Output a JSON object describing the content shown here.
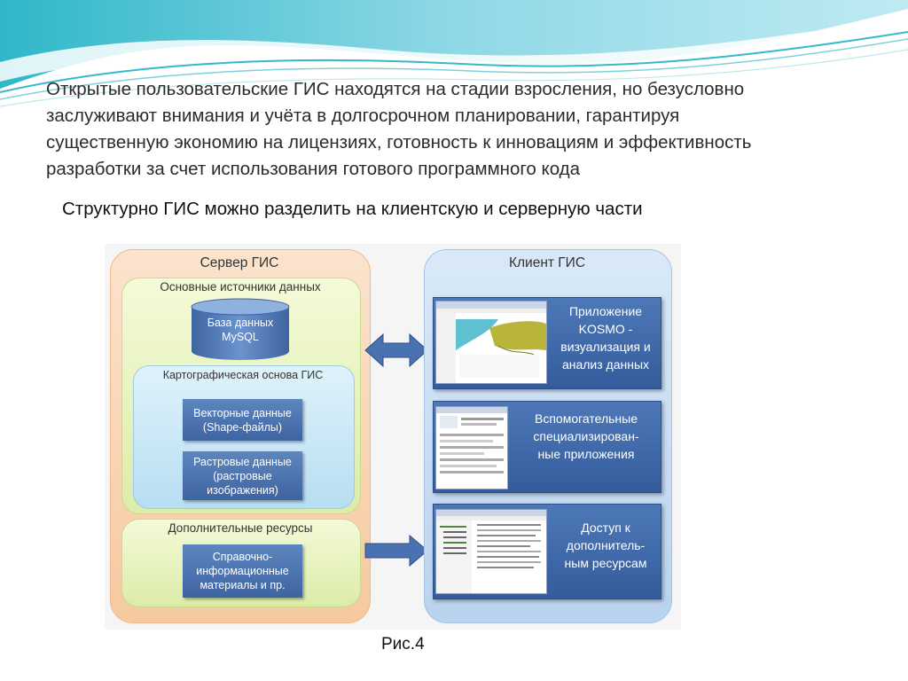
{
  "paragraph": {
    "line1": "Открытые пользовательские ГИС находятся на стадии взросления, но безусловно",
    "line2": "заслуживают внимания и учёта в долгосрочном планировании, гарантируя",
    "line3": "существенную экономию на лицензиях, готовность к инновациям и эффективность",
    "line4": "разработки за счет использования готового программного кода"
  },
  "subtitle": "Структурно ГИС можно разделить на клиентскую и серверную части",
  "server": {
    "title": "Сервер ГИС",
    "sources_title": "Основные источники данных",
    "db_label": "База данных\nMySQL",
    "carto_title": "Картографическая основа ГИС",
    "vector_label": "Векторные данные\n(Shape-файлы)",
    "raster_label": "Растровые данные\n(растровые\nизображения)",
    "additional_title": "Дополнительные ресурсы",
    "reference_label": "Справочно-\nинформационные\nматериалы и пр."
  },
  "client": {
    "title": "Клиент ГИС",
    "app1_label": "Приложение\nKOSMO -\nвизуализация и\nанализ данных",
    "app2_label": "Вспомогательные\nспециализирован-\nные приложения",
    "app3_label": "Доступ к\nдополнитель-\nным ресурсам"
  },
  "caption": "Рис.4",
  "colors": {
    "server_bg": "#f6c9a0",
    "green_box": "#dceca8",
    "carto_box": "#b7def2",
    "blue_box": "#3e64a2",
    "client_bg": "#b9d3ef",
    "arrow": "#4a72b0"
  }
}
